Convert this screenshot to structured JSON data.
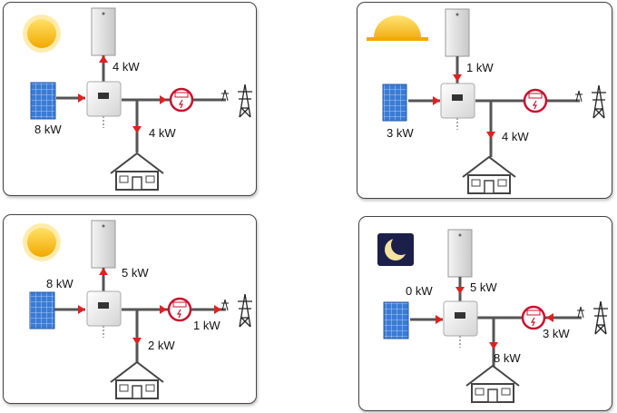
{
  "panels": [
    {
      "sky": "sun",
      "battery_flow": "4 kW",
      "pv": "8 kW",
      "home": "4 kW",
      "grid": ""
    },
    {
      "sky": "sunset",
      "battery_flow": "1 kW",
      "pv": "3 kW",
      "home": "4 kW",
      "grid": ""
    },
    {
      "sky": "sun",
      "battery_flow": "5 kW",
      "pv": "8 kW",
      "home": "2 kW",
      "grid": "1 kW"
    },
    {
      "sky": "moon",
      "battery_flow": "5 kW",
      "pv": "0 kW",
      "home": "8 kW",
      "grid": "3 kW"
    }
  ],
  "colors": {
    "arrow": "#e02020",
    "line": "#555555",
    "meter": "#c8102e",
    "panel_blue": "#3a7bd5"
  }
}
